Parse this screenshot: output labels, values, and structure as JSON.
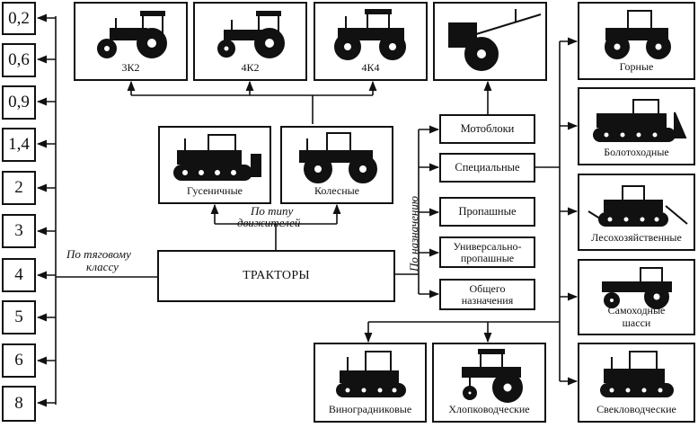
{
  "center_label": "ТРАКТОРЫ",
  "classes": [
    "0,2",
    "0,6",
    "0,9",
    "1,4",
    "2",
    "3",
    "4",
    "5",
    "6",
    "8"
  ],
  "axes": {
    "traction": [
      "По тяговому",
      "классу"
    ],
    "propulsion": [
      "По типу",
      "движителей"
    ],
    "purpose": "По назначению"
  },
  "wheel_formula": [
    "3К2",
    "4К2",
    "4К4"
  ],
  "propulsion_types": [
    "Гусеничные",
    "Колесные"
  ],
  "purpose_types": {
    "motoblocks": "Мотоблоки",
    "special": "Специальные",
    "row_crop": "Пропашные",
    "universal": [
      "Универсально-",
      "пропашные"
    ],
    "general": [
      "Общего",
      "назначения"
    ]
  },
  "special_types": {
    "mountain": "Горные",
    "swamp": "Болотоходные",
    "forestry": "Лесохозяйственные",
    "chassis": [
      "Самоходные",
      "шасси"
    ],
    "beet": "Свекловодческие",
    "cotton": "Хлопководческие",
    "vineyard": "Виноградниковые"
  }
}
